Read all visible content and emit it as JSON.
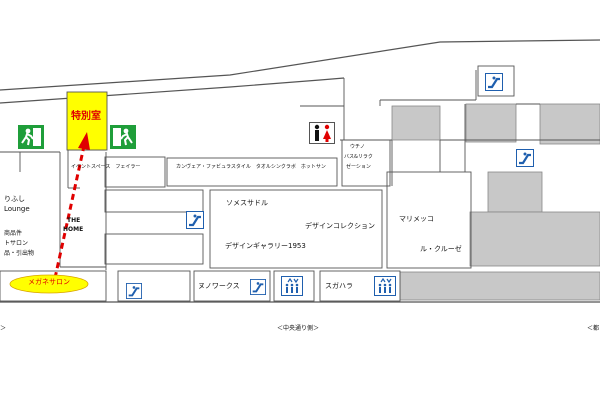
{
  "map": {
    "highlight_room": "特別室",
    "origin_shop": "メガネサロン",
    "street": "＜中央通り側＞",
    "left_street_fragment": "＞",
    "right_street_fragment": "＜都",
    "rooms": {
      "event_space": "イベントスペース　フェイラー",
      "row_shops": "カンヴェア・ファビュラスタイル　タオルシンクラボ　ホットサン",
      "uchino": [
        "ウチノ",
        "バス&リラク",
        "ゼーション"
      ],
      "the_home": [
        "THE",
        "HOME"
      ],
      "left_labels": [
        "りふし",
        "Lounge",
        "",
        "商品件",
        "トサロン",
        "品・引出物"
      ],
      "somesuddle": "ソメスサドル",
      "design_collection": "デザインコレクション",
      "design_gallery": "デザインギャラリー1953",
      "marimekko": "マリメッコ",
      "le_creuset": "ル・クルーゼ",
      "nuno_works": "ヌノワークス",
      "sugahara": "スガハラ"
    },
    "icons": [
      "exit-sign",
      "exit-sign",
      "restroom",
      "escalator",
      "elevator"
    ],
    "colors": {
      "highlight": "#ffff00",
      "route": "#e00000",
      "exit_sign": "#1f9e3a",
      "facility_icon": "#1f5fae",
      "blocked_area": "#c8c8c8"
    }
  }
}
